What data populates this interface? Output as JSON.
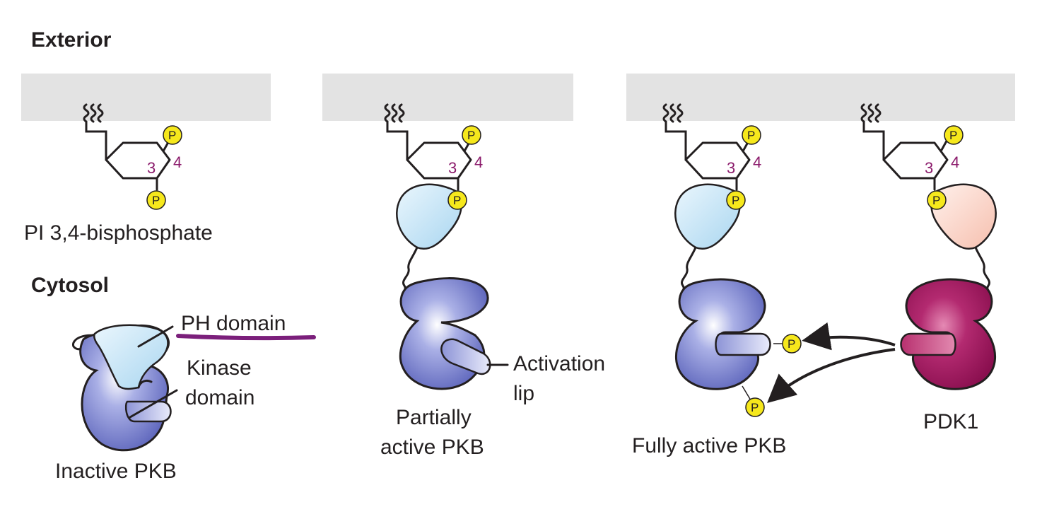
{
  "labels": {
    "exterior": "Exterior",
    "cytosol": "Cytosol",
    "lipid": "PI 3,4-bisphosphate",
    "ph_domain": "PH domain",
    "kinase_domain_1": "Kinase",
    "kinase_domain_2": "domain",
    "inactive": "Inactive PKB",
    "partially_1": "Partially",
    "partially_2": "active PKB",
    "activation_1": "Activation",
    "activation_2": "lip",
    "fully": "Fully active PKB",
    "pdk1": "PDK1"
  },
  "phosphate_symbol": "P",
  "ring_positions": [
    "3",
    "4"
  ],
  "colors": {
    "membrane": "#e3e3e3",
    "phosphate": "#f6e81c",
    "ring_number": "#8b1a6b",
    "pkb_kinase": "#6c74c4",
    "pkb_ph": "#c7e6f6",
    "pdk1_kinase": "#a3145e",
    "pdk1_ph": "#fbd3c6",
    "highlight_underline": "#7b1f7b"
  }
}
